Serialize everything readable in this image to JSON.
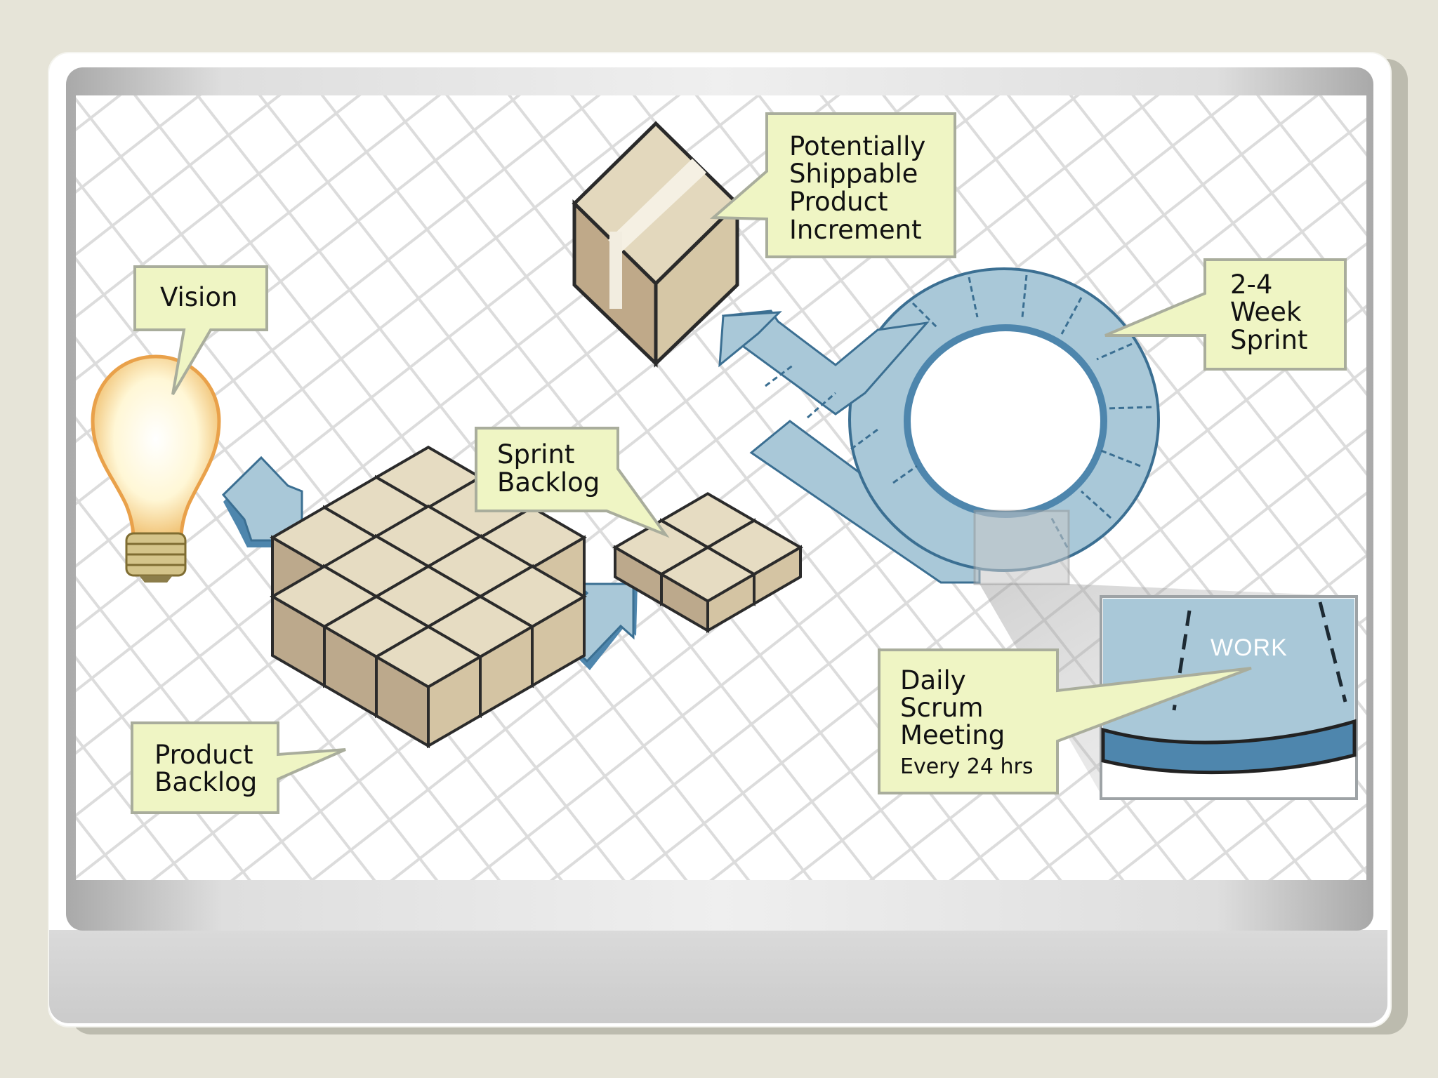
{
  "callouts": {
    "vision": "Vision",
    "product_backlog": [
      "Product",
      "Backlog"
    ],
    "sprint_backlog": [
      "Sprint",
      "Backlog"
    ],
    "increment": [
      "Potentially",
      "Shippable",
      "Product",
      "Increment"
    ],
    "sprint_length": [
      "2-4",
      "Week",
      "Sprint"
    ],
    "daily_scrum": [
      "Daily",
      "Scrum",
      "Meeting"
    ],
    "daily_scrum_frequency": "Every 24 hrs"
  },
  "inset": {
    "work_label": "WORK"
  },
  "icons": [
    "lightbulb-icon",
    "box-icon",
    "arrow-icon",
    "sprint-loop-icon"
  ],
  "colors": {
    "callout_fill": "#eff5c4",
    "callout_border": "#a9ad9c",
    "cube_top": "#e6dcc2",
    "cube_side": "#bca98c",
    "arrow_blue": "#a9c8d8",
    "arrow_dark": "#4e86ad"
  }
}
